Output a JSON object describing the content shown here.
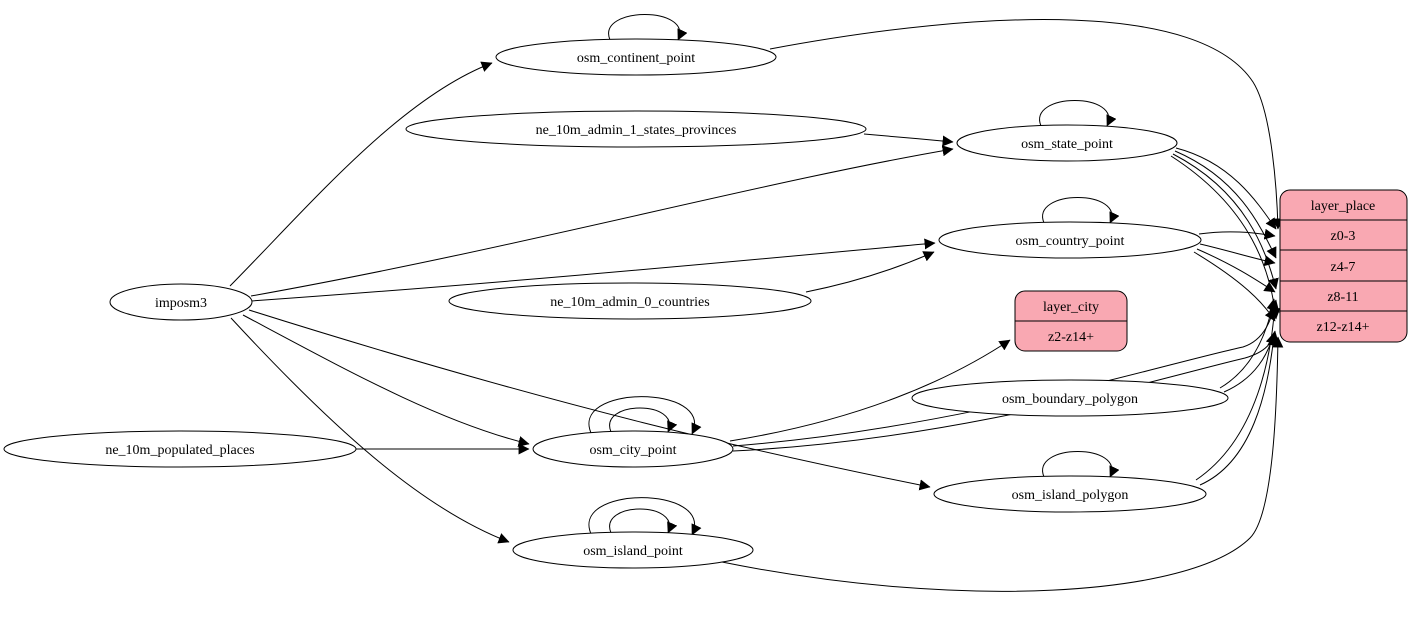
{
  "colors": {
    "record_fill": "#f9a8b2",
    "edge": "#000000",
    "node_fill": "#ffffff"
  },
  "nodes": {
    "imposm3": "imposm3",
    "osm_continent_point": "osm_continent_point",
    "ne_10m_admin_1_states_provinces": "ne_10m_admin_1_states_provinces",
    "osm_state_point": "osm_state_point",
    "osm_country_point": "osm_country_point",
    "ne_10m_admin_0_countries": "ne_10m_admin_0_countries",
    "osm_boundary_polygon": "osm_boundary_polygon",
    "osm_city_point": "osm_city_point",
    "ne_10m_populated_places": "ne_10m_populated_places",
    "osm_island_polygon": "osm_island_polygon",
    "osm_island_point": "osm_island_point"
  },
  "records": {
    "layer_city": {
      "title": "layer_city",
      "rows": [
        "z2-z14+"
      ]
    },
    "layer_place": {
      "title": "layer_place",
      "rows": [
        "z0-3",
        "z4-7",
        "z8-11",
        "z12-z14+"
      ]
    }
  }
}
